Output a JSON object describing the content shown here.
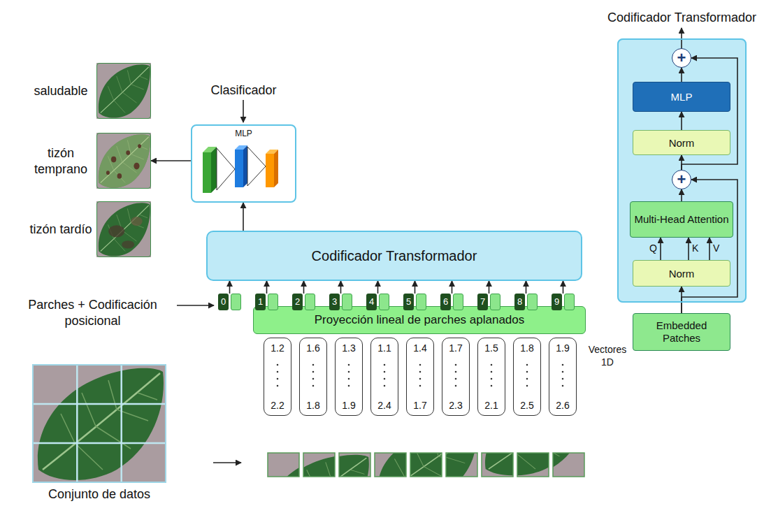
{
  "diagram": {
    "nodes": [
      {
        "text": [
          "saludable"
        ]
      },
      {
        "text": [
          "tizón temprano"
        ]
      },
      {
        "text": [
          "tizón tardío"
        ]
      },
      {
        "text": [
          "Clasificador",
          "MLP"
        ]
      },
      {
        "text": [
          "Codificador Transformador"
        ]
      },
      {
        "text": [
          "0"
        ]
      },
      {
        "text": [
          "1"
        ]
      },
      {
        "text": [
          "2"
        ]
      },
      {
        "text": [
          "3"
        ]
      },
      {
        "text": [
          "4"
        ]
      },
      {
        "text": [
          "5"
        ]
      },
      {
        "text": [
          "6"
        ]
      },
      {
        "text": [
          "7"
        ]
      },
      {
        "text": [
          "8"
        ]
      },
      {
        "text": [
          "9"
        ]
      },
      {
        "text": [
          "Proyección lineal de parches aplanados"
        ]
      },
      {
        "text": [
          "1.2",
          "2.2"
        ]
      },
      {
        "text": [
          "1.6",
          "1.8"
        ]
      },
      {
        "text": [
          "1.3",
          "1.9"
        ]
      },
      {
        "text": [
          "1.1",
          "2.4"
        ]
      },
      {
        "text": [
          "1.4",
          "1.7"
        ]
      },
      {
        "text": [
          "1.7",
          "2.3"
        ]
      },
      {
        "text": [
          "1.5",
          "2.1"
        ]
      },
      {
        "text": [
          "1.8",
          "2.5"
        ]
      },
      {
        "text": [
          "1.9",
          "2.6"
        ]
      },
      {
        "text": [
          "Codificador Transformador"
        ]
      },
      {
        "text": [
          "+"
        ],
        "in": 25
      },
      {
        "text": [
          "MLP"
        ],
        "in": 25
      },
      {
        "text": [
          "Norm"
        ],
        "in": 25
      },
      {
        "text": [
          "+"
        ],
        "in": 25
      },
      {
        "text": [
          "Multi-Head Attention"
        ],
        "in": 25
      },
      {
        "text": [
          "Norm"
        ],
        "in": 25
      },
      {
        "text": [
          "Embedded Patches"
        ]
      }
    ],
    "edges": [
      {
        "from": 3,
        "to": 1,
        "arrow": "to"
      },
      {
        "from": 4,
        "to": 3,
        "arrow": "to"
      },
      {
        "from": 5,
        "to": 4,
        "arrow": "to"
      },
      {
        "from": 6,
        "to": 4,
        "arrow": "to"
      },
      {
        "from": 7,
        "to": 4,
        "arrow": "to"
      },
      {
        "from": 8,
        "to": 4,
        "arrow": "to"
      },
      {
        "from": 9,
        "to": 4,
        "arrow": "to"
      },
      {
        "from": 10,
        "to": 4,
        "arrow": "to"
      },
      {
        "from": 11,
        "to": 4,
        "arrow": "to"
      },
      {
        "from": 12,
        "to": 4,
        "arrow": "to"
      },
      {
        "from": 13,
        "to": 4,
        "arrow": "to"
      },
      {
        "from": 14,
        "to": 4,
        "arrow": "to"
      },
      {
        "from": 32,
        "to": 31,
        "arrow": "to"
      },
      {
        "from": 31,
        "to": 30,
        "label": "Q",
        "arrow": "to"
      },
      {
        "from": 31,
        "to": 30,
        "label": "K",
        "arrow": "to"
      },
      {
        "from": 31,
        "to": 30,
        "label": "V",
        "arrow": "to"
      },
      {
        "from": 30,
        "to": 29,
        "arrow": "to"
      },
      {
        "from": 29,
        "to": 28,
        "arrow": "to"
      },
      {
        "from": 28,
        "to": 27,
        "arrow": "to"
      },
      {
        "from": 27,
        "to": 26,
        "arrow": "to"
      },
      {
        "from": 32,
        "to": 29,
        "arrow": "to"
      },
      {
        "from": 29,
        "to": 26,
        "arrow": "to"
      }
    ],
    "labels": [
      "Parches + Codificación posicional",
      "Vectores 1D",
      "Conjunto de datos"
    ]
  }
}
